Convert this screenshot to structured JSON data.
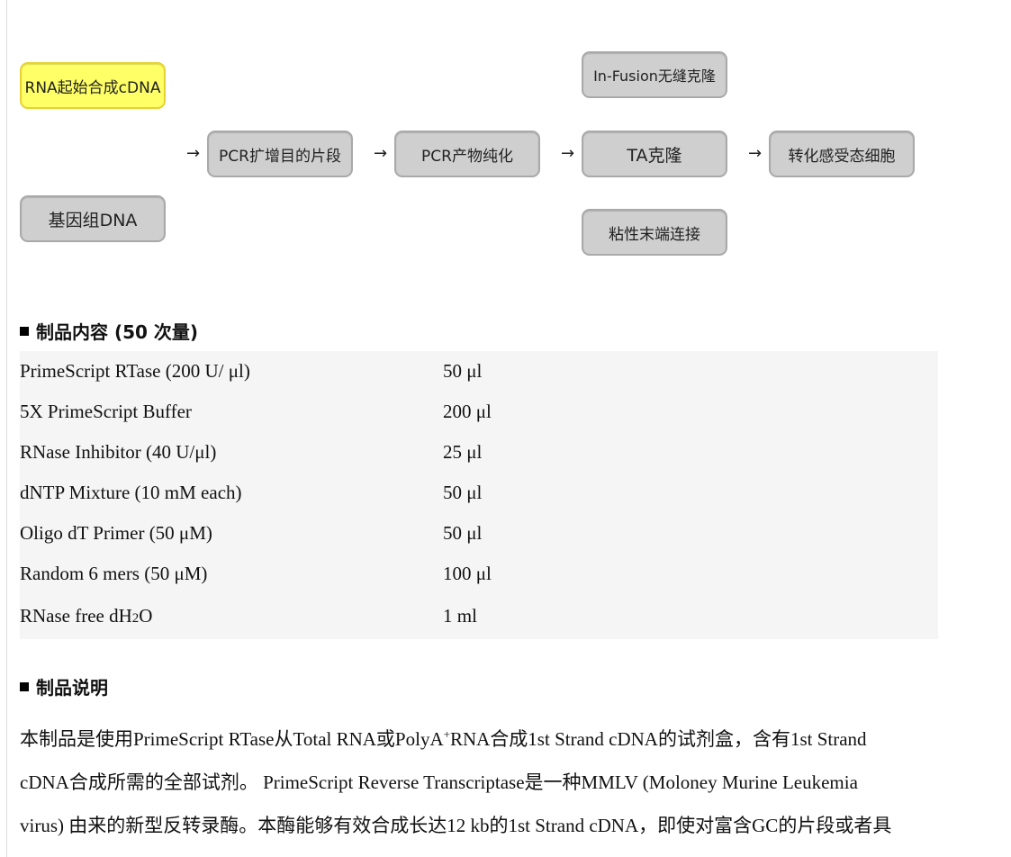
{
  "flow": {
    "start_rna": "RNA起始合成cDNA",
    "start_genome": "基因组DNA",
    "pcr_amplify": "PCR扩增目的片段",
    "pcr_purify": "PCR产物纯化",
    "infusion": "In-Fusion无缝克隆",
    "ta_clone": "TA克隆",
    "sticky_end": "粘性末端连接",
    "transform": "转化感受态细胞",
    "arrow": "→"
  },
  "section_contents": {
    "title": "制品内容 (50 次量)",
    "rows": [
      {
        "name": "PrimeScript RTase (200 U/ μl)",
        "amount": "50 μl"
      },
      {
        "name": "5X PrimeScript Buffer",
        "amount": "200 μl"
      },
      {
        "name": "RNase Inhibitor (40 U/μl)",
        "amount": "25 μl"
      },
      {
        "name": "dNTP Mixture (10 mM each)",
        "amount": "50 μl"
      },
      {
        "name": "Oligo dT Primer (50 μM)",
        "amount": "50 μl"
      },
      {
        "name": "Random 6 mers (50 μM)",
        "amount": "100 μl"
      },
      {
        "name_prefix": "RNase free dH",
        "name_sub": "2",
        "name_suffix": "O",
        "amount": "1 ml"
      }
    ]
  },
  "section_description": {
    "title": "制品说明",
    "line1_a": "本制品是使用PrimeScript RTase从Total RNA或PolyA",
    "line1_sup": "+",
    "line1_b": "RNA合成1st Strand cDNA的试剂盒，含有1st Strand",
    "line2": "cDNA合成所需的全部试剂。 PrimeScript Reverse Transcriptase是一种MMLV (Moloney Murine Leukemia",
    "line3": "virus) 由来的新型反转录酶。本酶能够有效合成长达12 kb的1st Strand cDNA，即使对富含GC的片段或者具"
  }
}
